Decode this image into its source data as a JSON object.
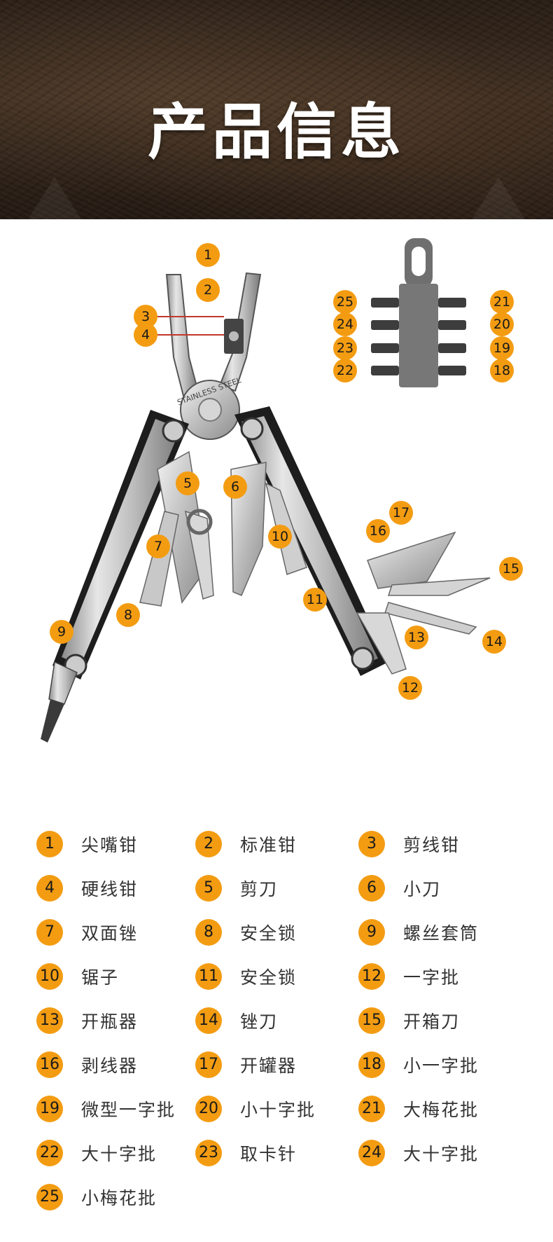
{
  "header": {
    "title": "产品信息"
  },
  "illustration": {
    "stamp_text": "STAINLESS STEEL",
    "markers": [
      "1",
      "2",
      "3",
      "4",
      "5",
      "6",
      "7",
      "8",
      "9",
      "10",
      "11",
      "12",
      "13",
      "14",
      "15",
      "16",
      "17",
      "18",
      "19",
      "20",
      "21",
      "22",
      "23",
      "24",
      "25"
    ]
  },
  "legend": [
    {
      "num": "1",
      "label": "尖嘴钳"
    },
    {
      "num": "2",
      "label": "标准钳"
    },
    {
      "num": "3",
      "label": "剪线钳"
    },
    {
      "num": "4",
      "label": "硬线钳"
    },
    {
      "num": "5",
      "label": "剪刀"
    },
    {
      "num": "6",
      "label": "小刀"
    },
    {
      "num": "7",
      "label": "双面锉"
    },
    {
      "num": "8",
      "label": "安全锁"
    },
    {
      "num": "9",
      "label": "螺丝套筒"
    },
    {
      "num": "10",
      "label": "锯子"
    },
    {
      "num": "11",
      "label": "安全锁"
    },
    {
      "num": "12",
      "label": "一字批"
    },
    {
      "num": "13",
      "label": "开瓶器"
    },
    {
      "num": "14",
      "label": "锉刀"
    },
    {
      "num": "15",
      "label": "开箱刀"
    },
    {
      "num": "16",
      "label": "剥线器"
    },
    {
      "num": "17",
      "label": "开罐器"
    },
    {
      "num": "18",
      "label": "小一字批"
    },
    {
      "num": "19",
      "label": "微型一字批"
    },
    {
      "num": "20",
      "label": "小十字批"
    },
    {
      "num": "21",
      "label": "大梅花批"
    },
    {
      "num": "22",
      "label": "大十字批"
    },
    {
      "num": "23",
      "label": "取卡针"
    },
    {
      "num": "24",
      "label": "大十字批"
    },
    {
      "num": "25",
      "label": "小梅花批"
    }
  ],
  "colors": {
    "marker": "#f39c12",
    "banner": "#2f231a"
  }
}
